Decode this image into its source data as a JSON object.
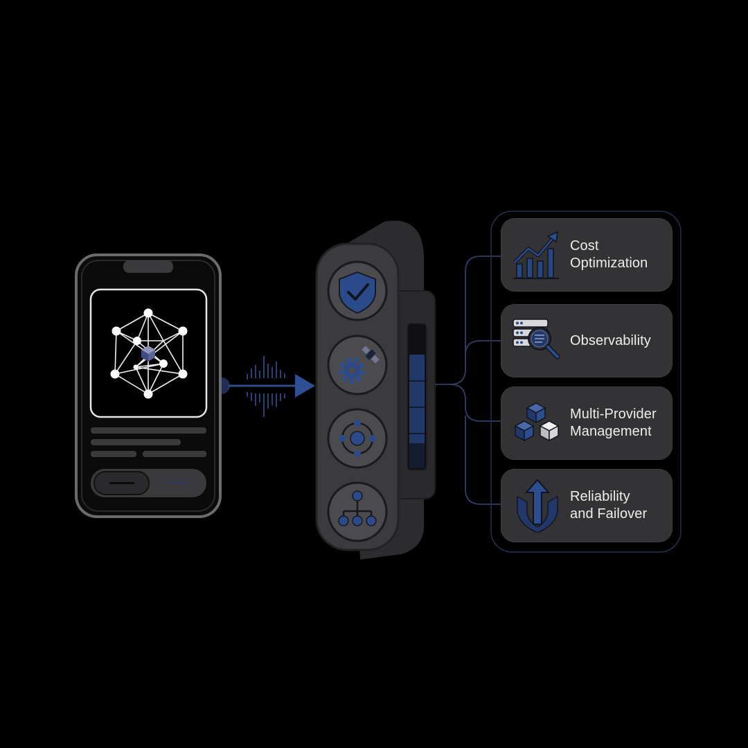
{
  "features": [
    {
      "label": "Cost\nOptimization",
      "icon": "growth-chart-icon"
    },
    {
      "label": "Observability",
      "icon": "server-search-icon"
    },
    {
      "label": "Multi-Provider\nManagement",
      "icon": "cubes-icon"
    },
    {
      "label": "Reliability\nand Failover",
      "icon": "shield-arrow-icon"
    }
  ],
  "hub_icons": [
    "shield-check-icon",
    "gear-satellite-icon",
    "orbit-node-icon",
    "hierarchy-icon"
  ],
  "colors": {
    "background": "#000000",
    "accent": "#2a4a8a",
    "accent_dark": "#1c2f5c",
    "card": "#333335",
    "hub": "#3b3b3d",
    "line": "#2f3e66"
  }
}
